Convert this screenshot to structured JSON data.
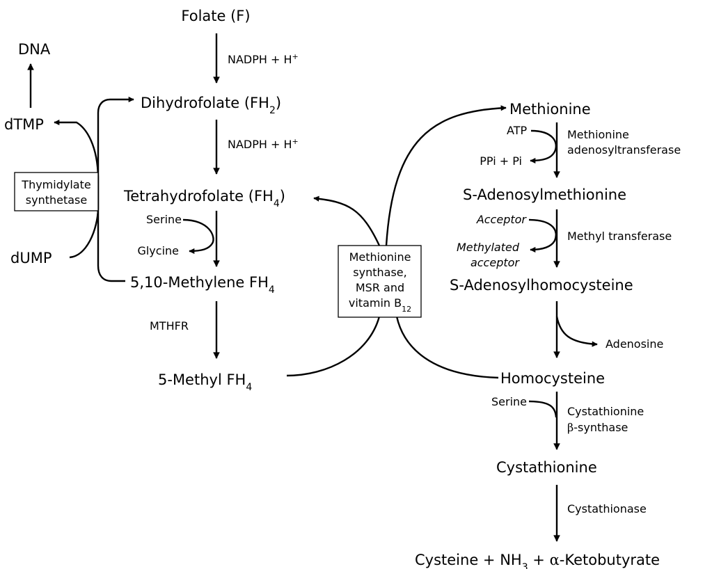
{
  "nodes": {
    "folate": "Folate (F)",
    "dna": "DNA",
    "dtmp": "dTMP",
    "dump": "dUMP",
    "dihydrofolate": "Dihydrofolate (FH",
    "dihydrofolate_sub": "2",
    "dihydrofolate_end": ")",
    "tetrahydrofolate": "Tetrahydrofolate (FH",
    "tetrahydrofolate_sub": "4",
    "tetrahydrofolate_end": ")",
    "methylene": "5,10-Methylene FH",
    "methylene_sub": "4",
    "methyl": "5-Methyl FH",
    "methyl_sub": "4",
    "methionine": "Methionine",
    "sam": "S-Adenosylmethionine",
    "sah": "S-Adenosylhomocysteine",
    "homocysteine": "Homocysteine",
    "cystathionine": "Cystathionine",
    "products_a": "Cysteine + NH",
    "products_sub": "3",
    "products_b": " + ",
    "products_alpha": "α",
    "products_c": "-Ketobutyrate"
  },
  "labels": {
    "nadph_1": "NADPH + H",
    "nadph_1_sup": "+",
    "nadph_2": "NADPH + H",
    "nadph_2_sup": "+",
    "serine_left": "Serine",
    "glycine": "Glycine",
    "mthfr": "MTHFR",
    "atp": "ATP",
    "ppi": "PPi + Pi",
    "mat_1": "Methionine",
    "mat_2": "adenosyltransferase",
    "acceptor": "Acceptor",
    "methylated_1": "Methylated",
    "methylated_2": "acceptor",
    "methyl_transferase": "Methyl transferase",
    "adenosine": "Adenosine",
    "serine_right": "Serine",
    "cbs_1": "Cystathionine",
    "cbs_beta": "β",
    "cbs_2": "-synthase",
    "cystathionase": "Cystathionase"
  },
  "boxes": {
    "ts_1": "Thymidylate",
    "ts_2": "synthetase",
    "ms_1": "Methionine",
    "ms_2": "synthase,",
    "ms_3": "MSR and",
    "ms_4": "vitamin B",
    "ms_4_sub": "12"
  }
}
